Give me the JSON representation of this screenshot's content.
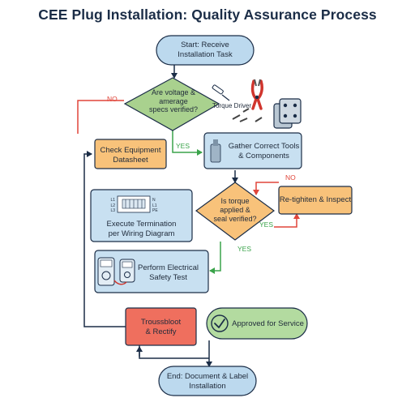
{
  "title": "CEE Plug Installation: Quality Assurance Process",
  "colors": {
    "terminal_fill": "#bcd9ee",
    "process_fill": "#c8e0f1",
    "decision_green": "#a9d18e",
    "decision_orange": "#f8c27a",
    "error_fill": "#ef6f5e",
    "approved_fill": "#b3dba0",
    "no_arrow": "#e0453a",
    "yes_arrow": "#3aa34a",
    "flow_arrow": "#1b2d47"
  },
  "nodes": {
    "start": "Start: Receive\nInstallation Task",
    "decision_voltage": "Are voltage &\namerage\nspecs verified?",
    "tool_label": "Torque Driver",
    "check_datasheet": "Check Equipment\nDatasheet",
    "gather_tools": "Gather Correct Tools\n& Components",
    "decision_torque": "Is torque\napplied &\nseal verified?",
    "retighten": "Re-tighiten & Inspect",
    "execute_termination": "Execute Termination\nper Wiring Diagram",
    "wiring_labels": {
      "l1": "L1",
      "l2": "L2",
      "l3": "L3",
      "n": "N",
      "l1r": "L1",
      "pe": "PE"
    },
    "safety_test": "Perform Electrical\nSafety Test",
    "troubleshoot": "Troussbloot\n& Rectify",
    "approved": "Approved for Service",
    "end": "End: Document & Label\nInstallation"
  },
  "edge_labels": {
    "no_1": "NO",
    "yes_1": "YES",
    "no_2": "NO",
    "yes_2": "YES",
    "yes_3": "YES"
  }
}
